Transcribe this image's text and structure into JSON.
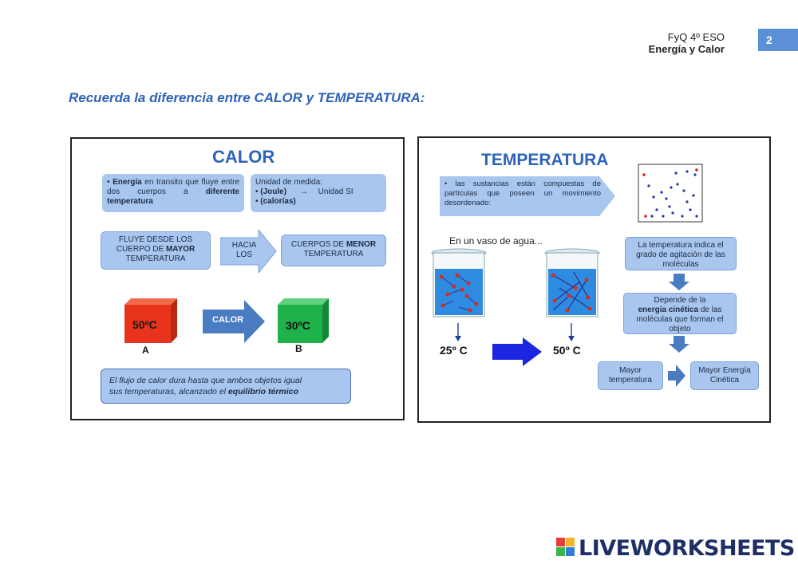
{
  "header": {
    "course": "FyQ 4º ESO",
    "title": "Energía y Calor",
    "page_number": "2"
  },
  "subtitle": "Recuerda la diferencia entre CALOR y TEMPERATURA:",
  "calor": {
    "title": "CALOR",
    "definition": {
      "bold_1": "Energía",
      "text_1": " en transito que fluye entre dos cuerpos a ",
      "bold_2": "diferente temperatura"
    },
    "units": {
      "heading": "Unidad de medida:",
      "item_1_bold": "(Joule)",
      "item_1_arrow": "→",
      "item_1_rest": "Unidad SI",
      "item_2_bold": "(calorías)"
    },
    "flow_from": {
      "line_1": "FLUYE DESDE LOS",
      "line_2_a": "CUERPO DE ",
      "line_2_bold": "MAYOR",
      "line_3": "TEMPERATURA"
    },
    "flow_arrow": {
      "line_1": "HACIA",
      "line_2": "LOS"
    },
    "flow_to": {
      "line_1_a": "CUERPOS DE ",
      "line_1_bold": "MENOR",
      "line_2": "TEMPERATURA"
    },
    "cube_a": {
      "temp": "50ºC",
      "label": "A",
      "color": "#e8341c"
    },
    "cube_b": {
      "temp": "30ºC",
      "label": "B",
      "color": "#1fb24a"
    },
    "heat_arrow_label": "CALOR",
    "equilibrium": {
      "line_1": "El flujo de calor dura hasta que ambos objetos igual",
      "line_2_a": "sus temperaturas, alcanzado el ",
      "line_2_bold": "equilibrio térmico"
    }
  },
  "temperatura": {
    "title": "TEMPERATURA",
    "particles_note": "las sustancias están compuestas de partículas que poseen un movimiento desordenado:",
    "water_caption": "En un vaso de agua...",
    "temp_low": "25º C",
    "temp_high": "50º C",
    "agitation_box": "La temperatura indica el grado de agitación de las moléculas",
    "depends_box": {
      "line_1": "Depende de la",
      "bold": "energía cinética",
      "line_2b": " de las moléculas que forman el objeto"
    },
    "higher_temp_box": "Mayor temperatura",
    "higher_energy_box": "Mayor Energía Cinética"
  },
  "footer": {
    "brand": "LIVEWORKSHEETS"
  },
  "colors": {
    "accent_blue": "#2e63b8",
    "bubble_blue": "#a9c7ee",
    "page_number_bg": "#5b8fd6"
  }
}
